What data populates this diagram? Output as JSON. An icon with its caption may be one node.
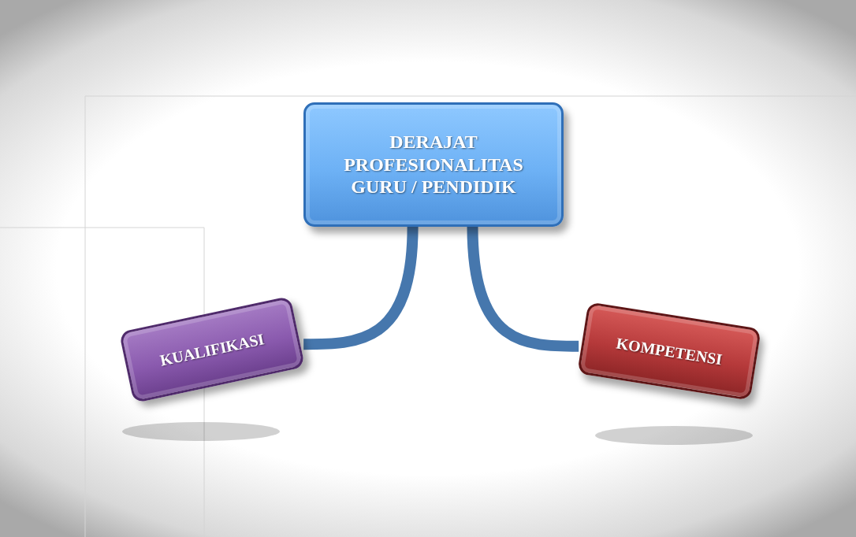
{
  "diagram": {
    "nodes": [
      {
        "text": [
          "DERAJAT PROFESIONALITAS GURU / PENDIDIK"
        ]
      },
      {
        "text": [
          "KUALIFIKASI"
        ]
      },
      {
        "text": [
          "KOMPETENSI"
        ]
      }
    ],
    "edges": [
      {
        "from": 0,
        "to": 1,
        "arrow": "none"
      },
      {
        "from": 0,
        "to": 2,
        "arrow": "none"
      }
    ]
  }
}
